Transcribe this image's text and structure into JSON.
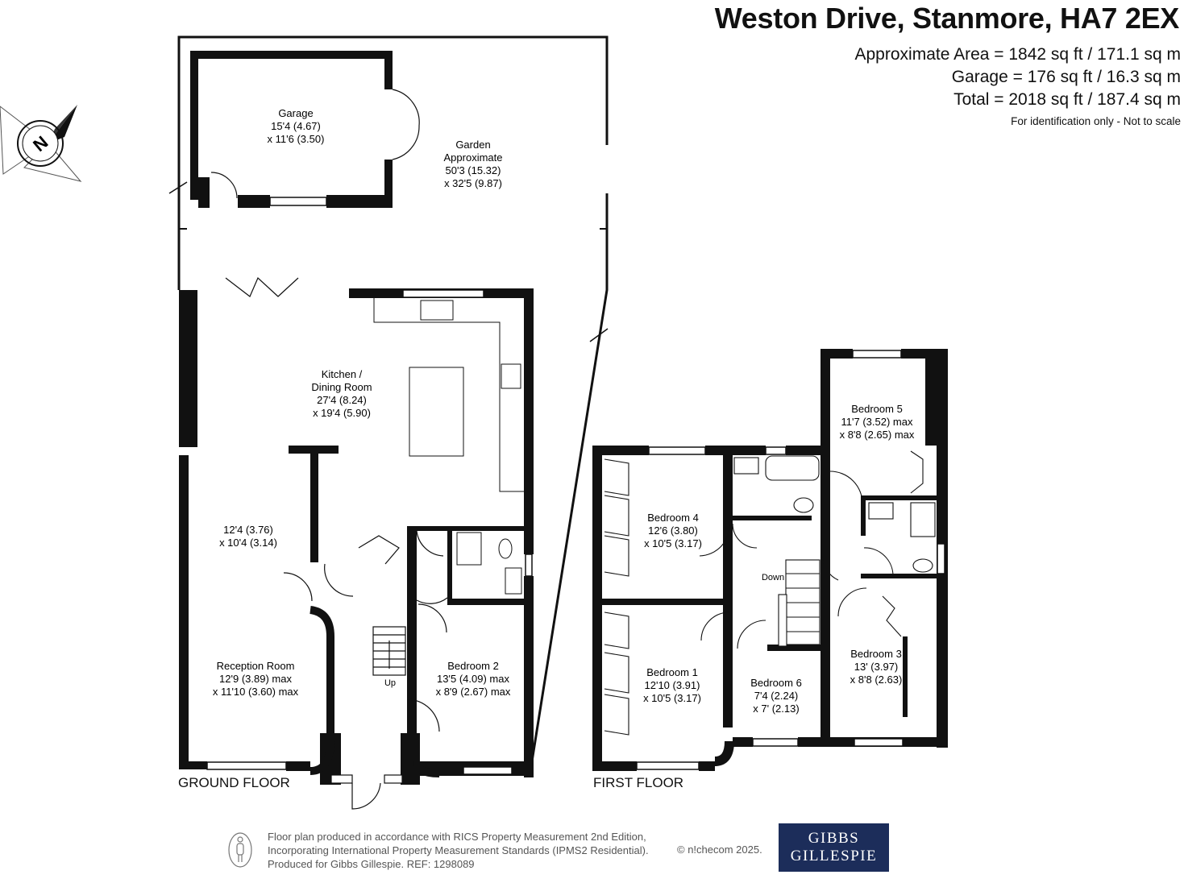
{
  "header": {
    "title": "Weston Drive, Stanmore, HA7 2EX",
    "area_lines": [
      "Approximate Area = 1842 sq ft / 171.1 sq m",
      "Garage = 176 sq ft / 16.3 sq m",
      "Total = 2018 sq ft / 187.4 sq m"
    ],
    "note": "For identification only - Not to scale"
  },
  "compass": {
    "label": "N"
  },
  "floors": {
    "ground": "GROUND FLOOR",
    "first": "FIRST FLOOR"
  },
  "rooms": {
    "garage": [
      "Garage",
      "15'4 (4.67)",
      "x 11'6 (3.50)"
    ],
    "garden": [
      "Garden",
      "Approximate",
      "50'3 (15.32)",
      "x 32'5 (9.87)"
    ],
    "kitchen": [
      "Kitchen /",
      "Dining Room",
      "27'4 (8.24)",
      "x 19'4 (5.90)"
    ],
    "study": [
      "12'4 (3.76)",
      "x 10'4 (3.14)"
    ],
    "reception": [
      "Reception Room",
      "12'9 (3.89) max",
      "x 11'10 (3.60) max"
    ],
    "bedroom2": [
      "Bedroom 2",
      "13'5 (4.09) max",
      "x 8'9 (2.67) max"
    ],
    "up": "Up",
    "bedroom4": [
      "Bedroom  4",
      "12'6 (3.80)",
      "x 10'5 (3.17)"
    ],
    "bedroom1": [
      "Bedroom 1",
      "12'10 (3.91)",
      "x 10'5 (3.17)"
    ],
    "bedroom6": [
      "Bedroom 6",
      "7'4 (2.24)",
      "x 7' (2.13)"
    ],
    "bedroom5": [
      "Bedroom 5",
      "11'7 (3.52) max",
      "x 8'8 (2.65) max"
    ],
    "bedroom3": [
      "Bedroom 3",
      "13' (3.97)",
      "x 8'8 (2.63)"
    ],
    "down": "Down"
  },
  "footer": {
    "lines": [
      "Floor plan produced in accordance with RICS Property Measurement 2nd Edition,",
      "Incorporating International Property Measurement Standards (IPMS2 Residential).",
      "Produced for Gibbs Gillespie.   REF:  1298089"
    ],
    "copyright": "© n!checom 2025.",
    "brand_line1": "GIBBS",
    "brand_line2": "GILLESPIE",
    "brand_color": "#1c2d5a"
  }
}
